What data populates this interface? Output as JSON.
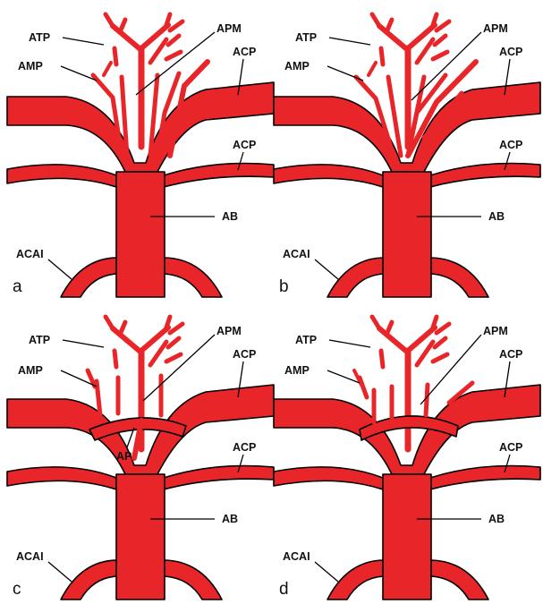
{
  "colors": {
    "artery": "#e8262a",
    "outline": "#000000",
    "background": "#ffffff"
  },
  "panels": [
    {
      "letter": "a",
      "labels": {
        "atp": "ATP",
        "amp": "AMP",
        "apm": "APM",
        "acp_upper": "ACP",
        "acp_lower": "ACP",
        "ab": "AB",
        "acai": "ACAI"
      }
    },
    {
      "letter": "b",
      "labels": {
        "atp": "ATP",
        "amp": "AMP",
        "apm": "APM",
        "acp_upper": "ACP",
        "acp_lower": "ACP",
        "ab": "AB",
        "acai": "ACAI"
      }
    },
    {
      "letter": "c",
      "labels": {
        "atp": "ATP",
        "amp": "AMP",
        "apm": "APM",
        "ap": "AP",
        "acp_upper": "ACP",
        "acp_lower": "ACP",
        "ab": "AB",
        "acai": "ACAI"
      }
    },
    {
      "letter": "d",
      "labels": {
        "atp": "ATP",
        "amp": "AMP",
        "apm": "APM",
        "acp_upper": "ACP",
        "acp_lower": "ACP",
        "ab": "AB",
        "acai": "ACAI"
      }
    }
  ]
}
